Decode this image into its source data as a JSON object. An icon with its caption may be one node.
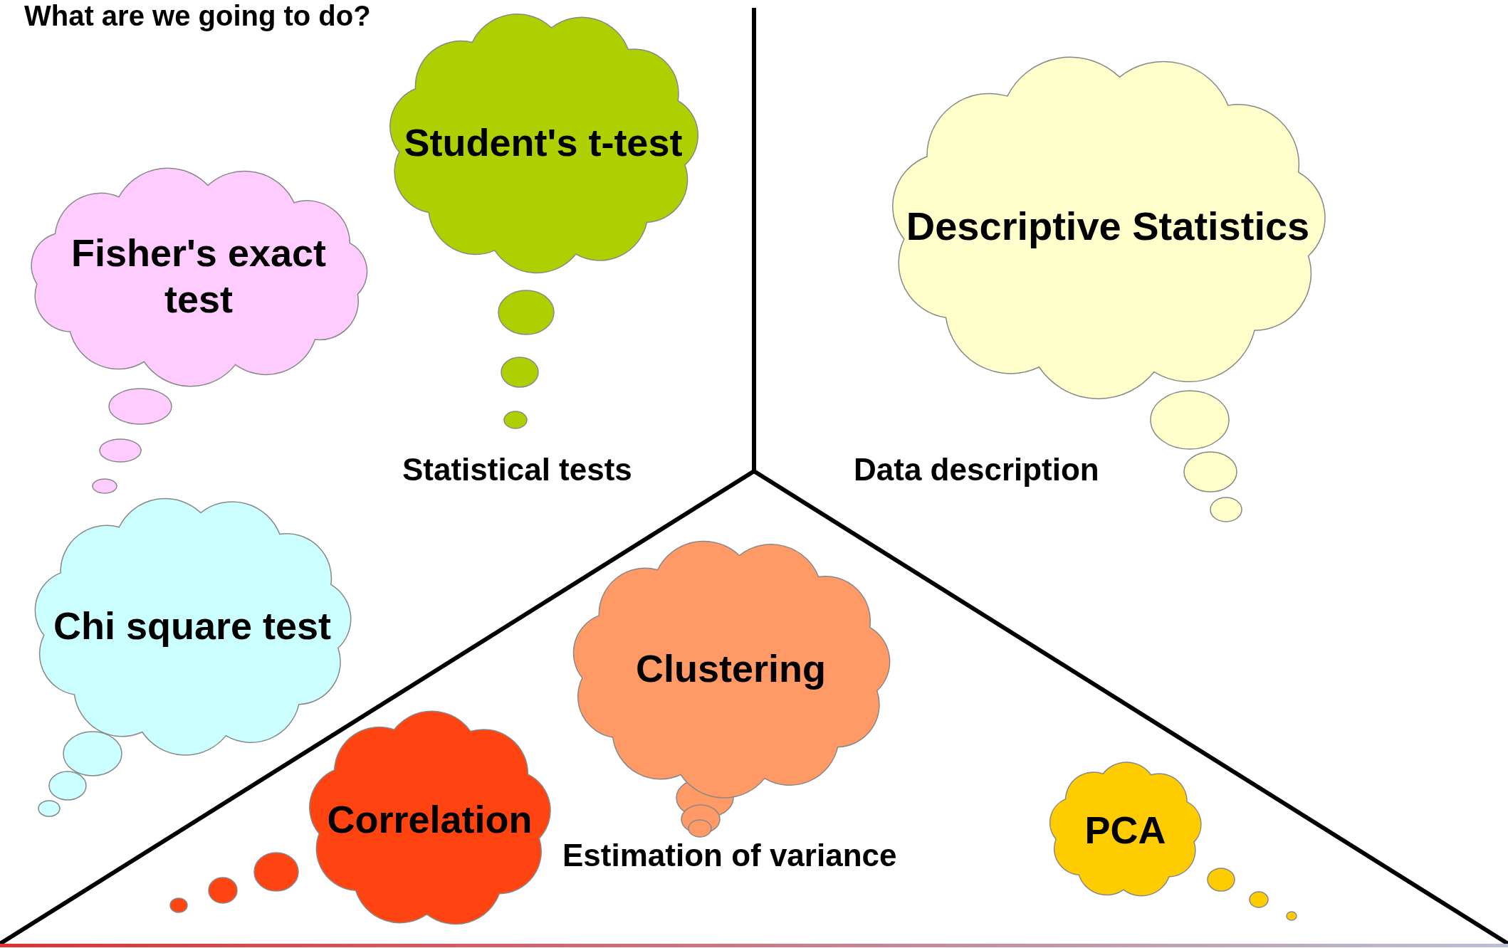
{
  "diagram": {
    "title": "What are we going to do?",
    "nodes": [
      {
        "text": [
          "Student's t-test"
        ]
      },
      {
        "text": [
          "Fisher's exact test"
        ]
      },
      {
        "text": [
          "Descriptive Statistics"
        ]
      },
      {
        "text": [
          "Chi square test"
        ]
      },
      {
        "text": [
          "Clustering"
        ]
      },
      {
        "text": [
          "Correlation"
        ]
      },
      {
        "text": [
          "PCA"
        ]
      }
    ],
    "labels": [
      "Statistical tests",
      "Data description",
      "Estimation of variance"
    ]
  }
}
